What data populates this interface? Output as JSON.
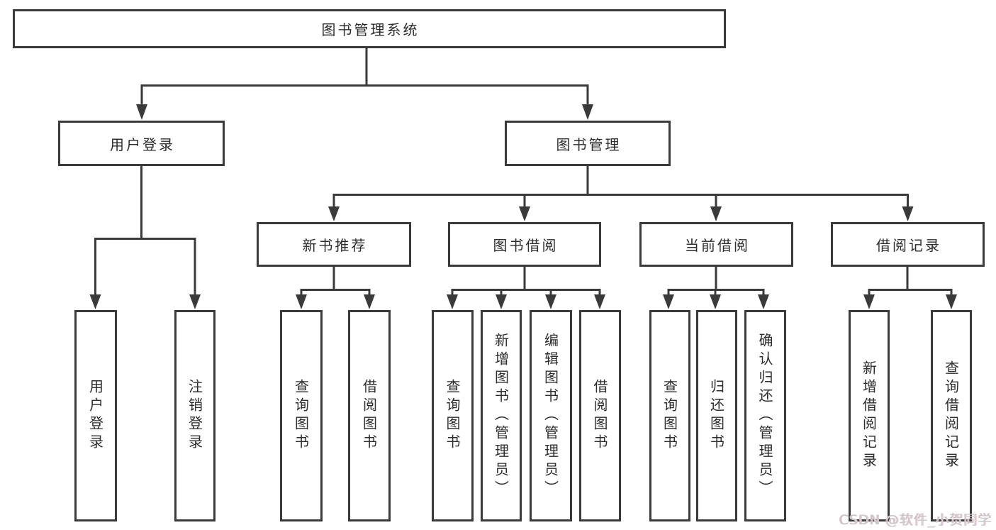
{
  "tree": {
    "label": "图书管理系统",
    "children": [
      {
        "label": "用户登录",
        "children": [
          {
            "label": "用户登录"
          },
          {
            "label": "注销登录"
          }
        ]
      },
      {
        "label": "图书管理",
        "children": [
          {
            "label": "新书推荐",
            "children": [
              {
                "label": "查询图书"
              },
              {
                "label": "借阅图书"
              }
            ]
          },
          {
            "label": "图书借阅",
            "children": [
              {
                "label": "查询图书"
              },
              {
                "label": "新增图书（管理员）"
              },
              {
                "label": "编辑图书（管理员）"
              },
              {
                "label": "借阅图书"
              }
            ]
          },
          {
            "label": "当前借阅",
            "children": [
              {
                "label": "查询图书"
              },
              {
                "label": "归还图书"
              },
              {
                "label": "确认归还（管理员）"
              }
            ]
          },
          {
            "label": "借阅记录",
            "children": [
              {
                "label": "新增借阅记录"
              },
              {
                "label": "查询借阅记录"
              }
            ]
          }
        ]
      }
    ]
  },
  "watermark": {
    "text": "CSDN @软件_小贺同学"
  },
  "colors": {
    "line": "#3a3a3a",
    "text": "#2d2d2d",
    "background": "#ffffff",
    "watermark": "#c6c8cd"
  }
}
